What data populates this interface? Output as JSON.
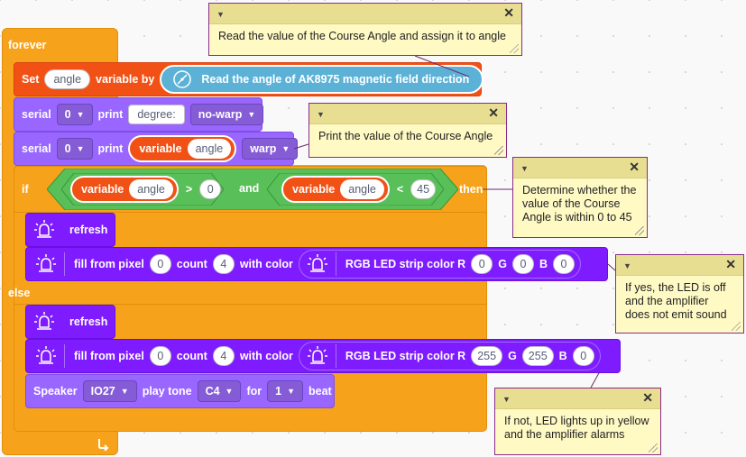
{
  "forever": {
    "label": "forever"
  },
  "set_block": {
    "set_label": "Set",
    "var_name": "angle",
    "by_label": "variable by",
    "sensor_label": "Read the angle of AK8975 magnetic field direction"
  },
  "serial1": {
    "label": "serial",
    "port": "0",
    "print_label": "print",
    "text": "degree:",
    "mode": "no-warp"
  },
  "serial2": {
    "label": "serial",
    "port": "0",
    "print_label": "print",
    "var_label": "variable",
    "var_name": "angle",
    "mode": "warp"
  },
  "if_block": {
    "if_label": "if",
    "then_label": "then",
    "and_label": "and",
    "left": {
      "var_label": "variable",
      "var_name": "angle",
      "op": ">",
      "value": "0"
    },
    "right": {
      "var_label": "variable",
      "var_name": "angle",
      "op": "<",
      "value": "45"
    }
  },
  "if_branch": {
    "refresh_label": "refresh",
    "fill_label": "fill from pixel",
    "pixel": "0",
    "count_label": "count",
    "count": "4",
    "with_color_label": "with color",
    "rgb_label": "RGB LED strip color R",
    "r": "0",
    "g_label": "G",
    "g": "0",
    "b_label": "B",
    "b": "0"
  },
  "else_label": "else",
  "else_branch": {
    "refresh_label": "refresh",
    "fill_label": "fill from pixel",
    "pixel": "0",
    "count_label": "count",
    "count": "4",
    "with_color_label": "with color",
    "rgb_label": "RGB LED strip color R",
    "r": "255",
    "g_label": "G",
    "g": "255",
    "b_label": "B",
    "b": "0"
  },
  "speaker": {
    "label": "Speaker",
    "pin": "IO27",
    "play_label": "play tone",
    "note": "C4",
    "for_label": "for",
    "beats": "1",
    "beat_label": "beat"
  },
  "notes": {
    "n1": "Read the value of the Course Angle and assign it to angle",
    "n2": "Print the value of the Course Angle",
    "n3": "Determine whether the value of the Course Angle is within 0 to 45",
    "n4": "If yes, the LED is off and the amplifier does not emit sound",
    "n5": "If not, LED lights up in yellow and the amplifier alarms"
  },
  "colors": {
    "control": "#f7a21b",
    "variable": "#f25116",
    "serial": "#9966ff",
    "led": "#7f1cff",
    "operator": "#59c059",
    "sensor": "#5cb1d6",
    "note": "#fff9c4"
  },
  "icons": {
    "led": "led-light-icon",
    "compass": "compass-icon",
    "loop": "loop-arrow-icon",
    "dropdown": "dropdown-caret-icon",
    "collapse": "collapse-triangle-icon",
    "close": "close-icon"
  }
}
